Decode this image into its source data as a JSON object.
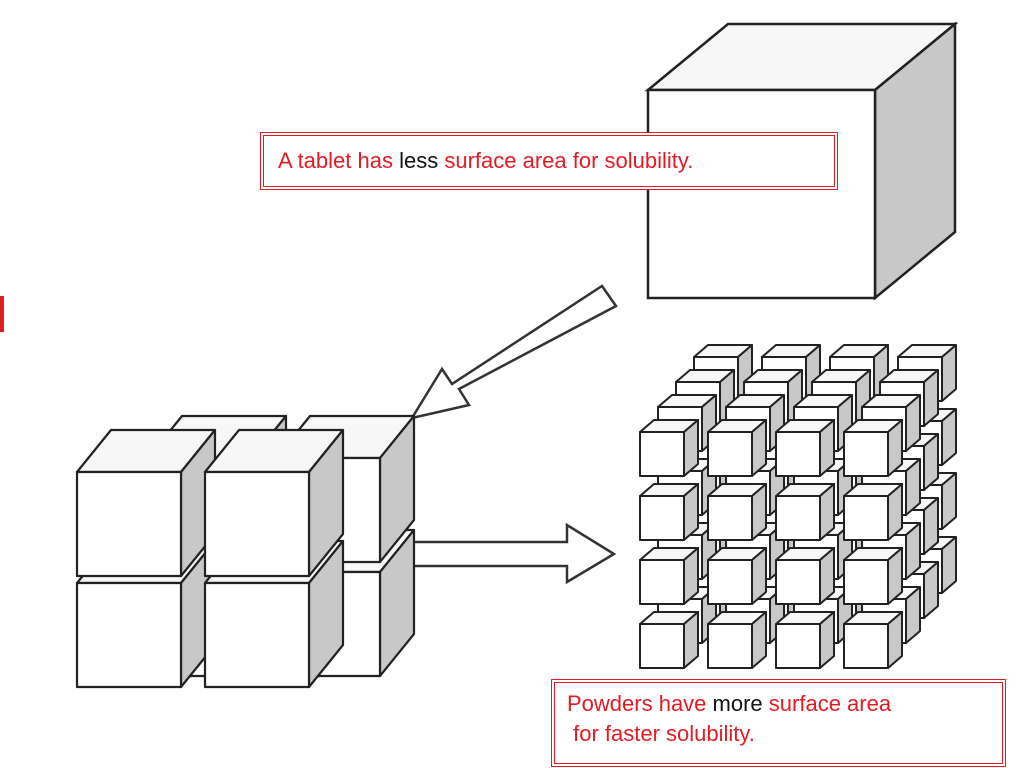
{
  "callouts": {
    "tablet": {
      "part1": "A tablet has",
      "emph": "less",
      "part2": "surface area for solubility."
    },
    "powder": {
      "line1_part1": "Powders have",
      "line1_emph": "more",
      "line1_part2": "surface area",
      "line2": " for faster solubility."
    }
  },
  "colors": {
    "callout_text": "#e31b23",
    "callout_border": "#e31b23",
    "emphasis_text": "#111111",
    "cube_stroke": "#222222",
    "cube_front": "#ffffff",
    "cube_top": "#f7f7f7",
    "cube_side": "#c8c8c8"
  },
  "icons": [
    "large-cube-icon",
    "cube-2x2-icon",
    "cube-grid-icon",
    "arrow-diagonal-icon",
    "arrow-right-icon"
  ]
}
